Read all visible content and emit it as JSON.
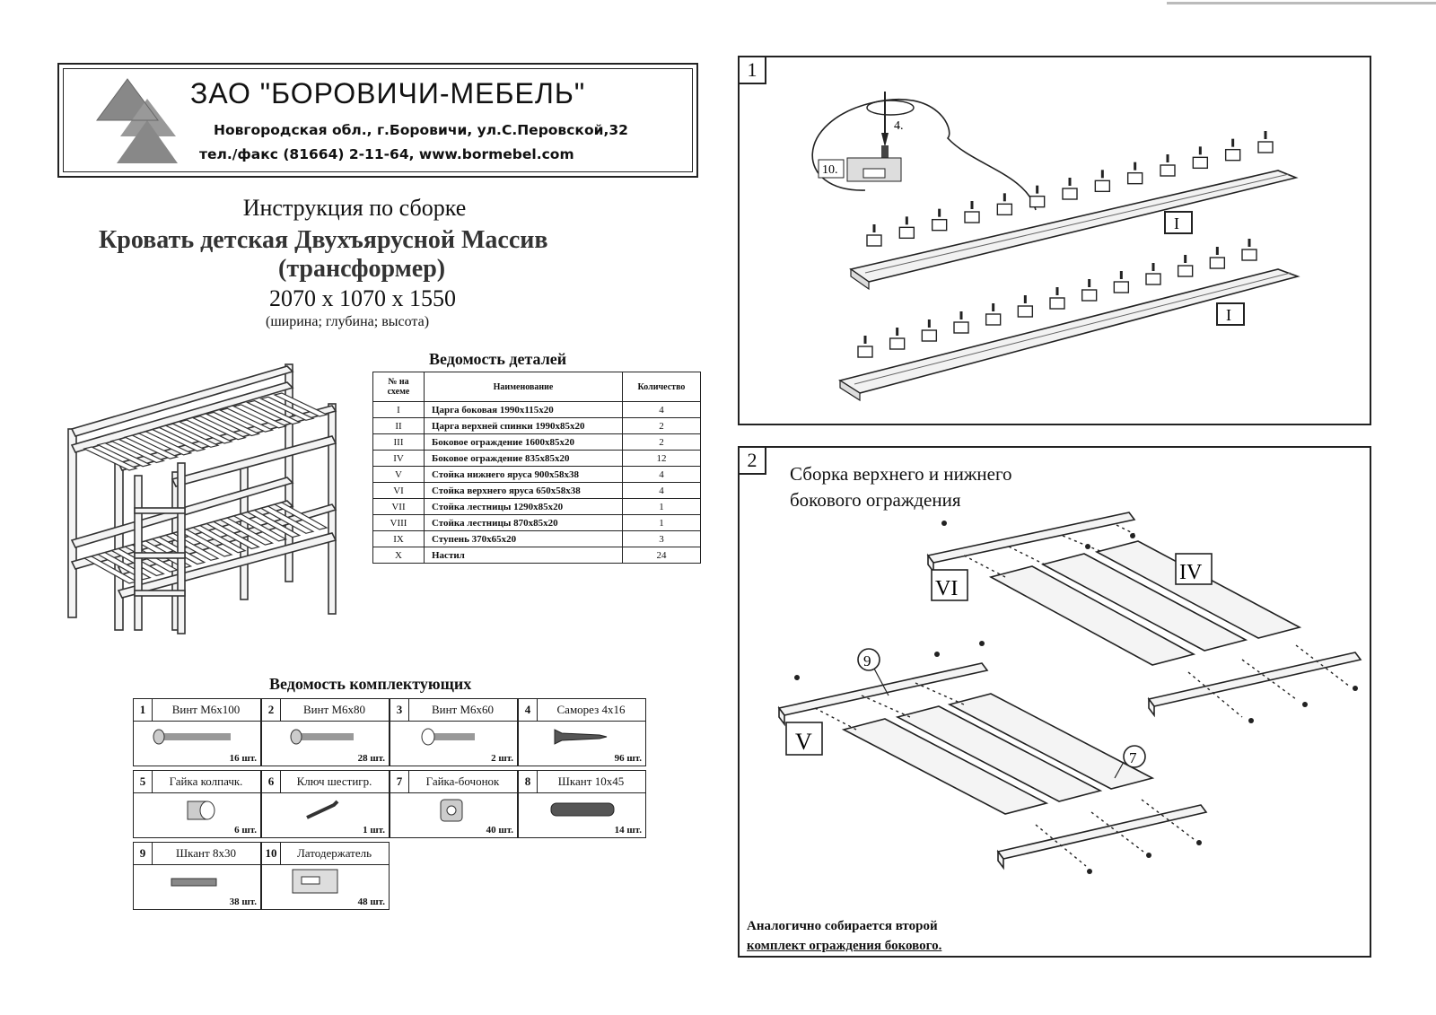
{
  "header": {
    "company": "ЗАО \"БОРОВИЧИ-МЕБЕЛЬ\"",
    "address": "Новгородская обл., г.Боровичи, ул.С.Перовской,32",
    "phone_web": "тел./факс (81664) 2-11-64,  www.bormebel.com"
  },
  "document": {
    "title": "Инструкция по сборке",
    "product_name": "Кровать детская Двухъярусной Массив",
    "product_sub": "(трансформер)",
    "dimensions": "2070 x 1070 x 1550",
    "dimensions_note": "(ширина;  глубина;  высота)"
  },
  "parts": {
    "title": "Ведомость деталей",
    "headers": [
      "№ на схеме",
      "Наименование",
      "Количество"
    ],
    "rows": [
      {
        "num": "I",
        "name": "Царга боковая 1990x115x20",
        "qty": "4"
      },
      {
        "num": "II",
        "name": "Царга верхней спинки 1990x85x20",
        "qty": "2"
      },
      {
        "num": "III",
        "name": "Боковое ограждение 1600x85x20",
        "qty": "2"
      },
      {
        "num": "IV",
        "name": "Боковое ограждение 835x85x20",
        "qty": "12"
      },
      {
        "num": "V",
        "name": "Стойка нижнего яруса 900x58x38",
        "qty": "4"
      },
      {
        "num": "VI",
        "name": "Стойка верхнего яруса 650x58x38",
        "qty": "4"
      },
      {
        "num": "VII",
        "name": "Стойка лестницы 1290x85x20",
        "qty": "1"
      },
      {
        "num": "VIII",
        "name": "Стойка лестницы 870x85x20",
        "qty": "1"
      },
      {
        "num": "IX",
        "name": "Ступень 370x65x20",
        "qty": "3"
      },
      {
        "num": "X",
        "name": "Настил",
        "qty": "24"
      }
    ]
  },
  "hardware": {
    "title": "Ведомость комплектующих",
    "items": [
      {
        "num": "1",
        "name": "Винт М6x100",
        "qty": "16 шт."
      },
      {
        "num": "2",
        "name": "Винт М6x80",
        "qty": "28 шт."
      },
      {
        "num": "3",
        "name": "Винт М6x60",
        "qty": "2 шт."
      },
      {
        "num": "4",
        "name": "Саморез 4x16",
        "qty": "96 шт."
      },
      {
        "num": "5",
        "name": "Гайка колпачк.",
        "qty": "6 шт."
      },
      {
        "num": "6",
        "name": "Ключ шестигр.",
        "qty": "1 шт."
      },
      {
        "num": "7",
        "name": "Гайка-бочонок",
        "qty": "40 шт."
      },
      {
        "num": "8",
        "name": "Шкант 10x45",
        "qty": "14 шт."
      },
      {
        "num": "9",
        "name": "Шкант 8x30",
        "qty": "38 шт."
      },
      {
        "num": "10",
        "name": "Латодержатель",
        "qty": "48 шт."
      }
    ]
  },
  "step1": {
    "number": "1",
    "labels": {
      "screw": "4.",
      "holder": "10.",
      "rail": "I"
    }
  },
  "step2": {
    "number": "2",
    "title": "Сборка верхнего и нижнего бокового ограждения",
    "labels": {
      "post_upper": "VI",
      "rail": "IV",
      "post_lower": "V",
      "dowel": "9",
      "nut": "7"
    },
    "note_line1": "Аналогично собирается второй",
    "note_line2": "комплект  ограждения бокового."
  }
}
